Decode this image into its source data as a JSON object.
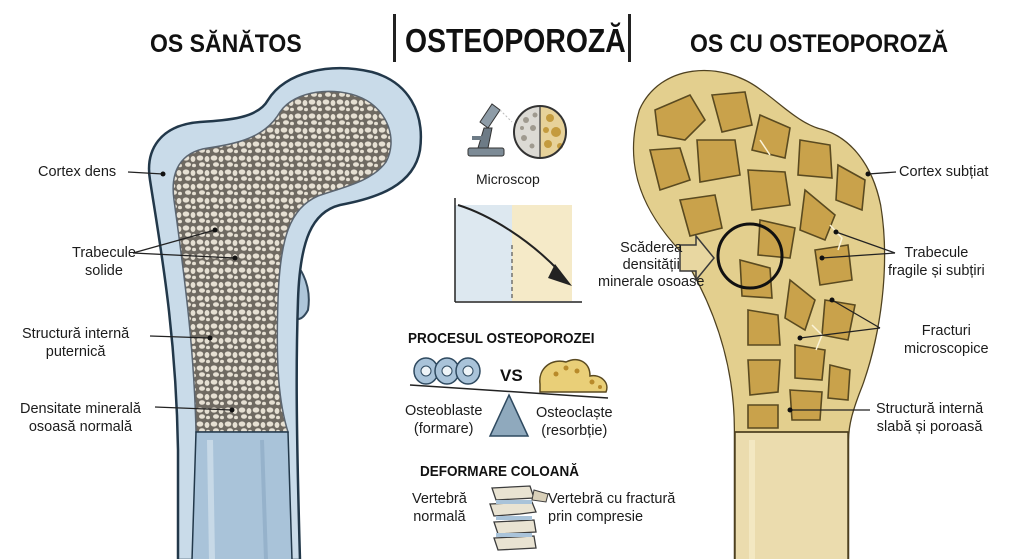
{
  "titles": {
    "left": "OS SĂNĂTOS",
    "center": "OSTEOPOROZĂ",
    "right": "OS CU OSTEOPOROZĂ"
  },
  "left_labels": {
    "cortex_line1": "Cortex dens",
    "trabecule_line1": "Trabecule",
    "trabecule_line2": "solide",
    "structura_line1": "Structură internă",
    "structura_line2": "puternică",
    "densitate_line1": "Densitate minerală",
    "densitate_line2": "osoasă normală"
  },
  "right_labels": {
    "cortex_line1": "Cortex subțiat",
    "trabecule_line1": "Trabecule",
    "trabecule_line2": "fragile și subțiri",
    "fracturi_line1": "Fracturi",
    "fracturi_line2": "microscopice",
    "structura_line1": "Structură internă",
    "structura_line2": "slabă și poroasă",
    "scaderea_line1": "Scăderea",
    "scaderea_line2": "densității",
    "scaderea_line3": "minerale osoase"
  },
  "center": {
    "microscope_label": "Microscop",
    "process_title": "PROCESUL OSTEOPOROZEI",
    "vs": "VS",
    "osteoblaste_line1": "Osteoblaste",
    "osteoblaste_line2": "(formare)",
    "osteoclaste_line1": "Osteoclaște",
    "osteoclaste_line2": "(resorbție)",
    "deform_title": "DEFORMARE COLOANĂ",
    "vert_normal_line1": "Vertebră",
    "vert_normal_line2": "normală",
    "vert_fract_line1": "Vertebră cu fractură",
    "vert_fract_line2": "prin compresie"
  },
  "colors": {
    "healthy_cortex": "#c9dbe9",
    "healthy_shaft": "#a9c3d9",
    "healthy_spongy": "#d6d0c4",
    "osteo_bone": "#e8d7a1",
    "osteo_cavity": "#caa54e",
    "chart_blue": "#dde8f0",
    "chart_yellow": "#f5eac8"
  }
}
